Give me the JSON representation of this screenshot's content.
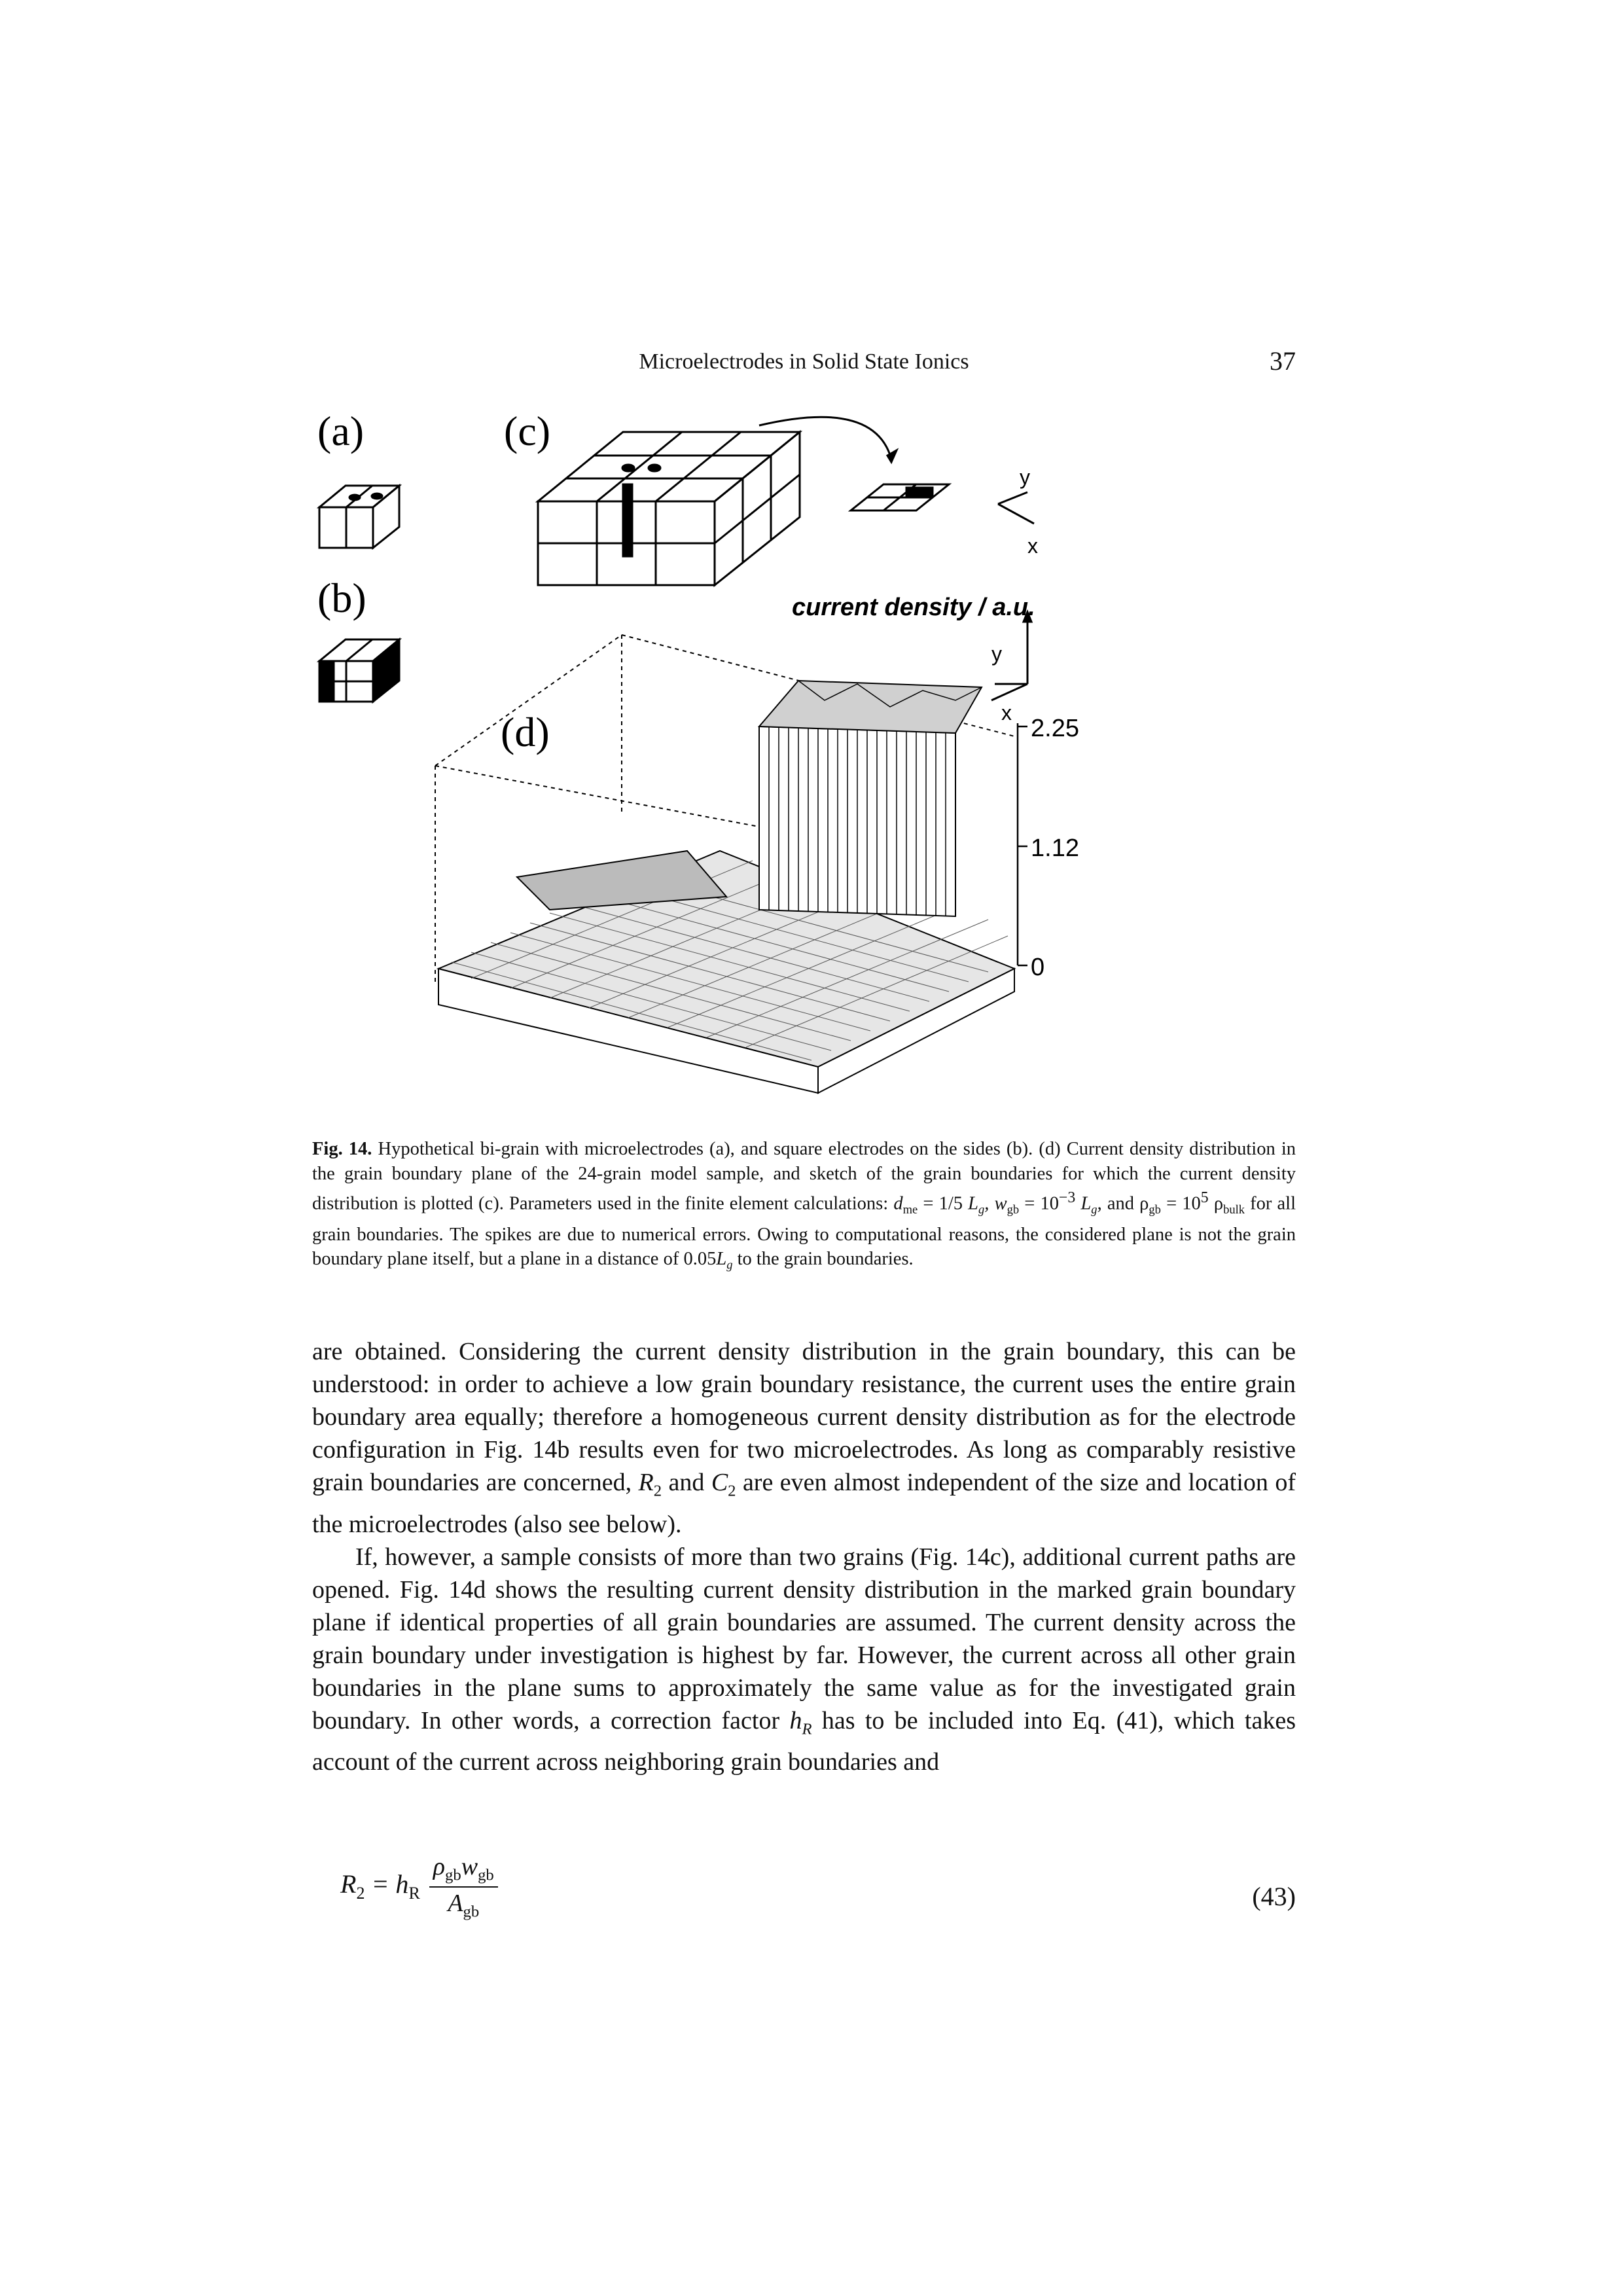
{
  "header": {
    "running_title": "Microelectrodes in Solid State Ionics",
    "page_number": "37"
  },
  "figure": {
    "panel_a": "(a)",
    "panel_b": "(b)",
    "panel_c": "(c)",
    "panel_d": "(d)",
    "axis_title": "current density / a.u.",
    "axis_y": "y",
    "axis_x": "x",
    "tick_top": "2.25",
    "tick_mid": "1.12",
    "tick_zero": "0"
  },
  "caption": {
    "label": "Fig. 14.",
    "text_1": "Hypothetical bi-grain with microelectrodes (a), and square electrodes on the sides (b). (d) Current density distribution in the grain boundary plane of the 24-grain model sample, and sketch of the grain boundaries for which the current density distribution is plotted (c). Parameters used in the finite element calculations:",
    "param_dme": "d",
    "param_dme_sub": "me",
    "param_dme_val": " = 1/5 ",
    "param_Lg": "L",
    "param_Lg_sub": "g",
    "param_wgb": ", w",
    "param_wgb_sub": "gb",
    "param_wgb_val": " = 10",
    "param_wgb_exp": "−3",
    "param_and": ", and ρ",
    "param_rho_sub": "gb",
    "param_rho_val": " = 10",
    "param_rho_exp": "5",
    "param_bulk": " ρ",
    "param_bulk_sub": "bulk",
    "text_2": " for all grain boundaries. The spikes are due to numerical errors. Owing to computational reasons, the considered plane is not the grain boundary plane itself, but a plane in a distance of 0.05",
    "text_3": " to the grain boundaries."
  },
  "body": {
    "p1": "are obtained. Considering the current density distribution in the grain boundary, this can be understood: in order to achieve a low grain boundary resistance, the current uses the entire grain boundary area equally; therefore a homogeneous current density distribution as for the electrode configuration in Fig. 14b results even for two microelectrodes. As long as comparably resistive grain boundaries are concerned,",
    "p1_R2": "R",
    "p1_R2_sub": "2",
    "p1_and": " and ",
    "p1_C2": "C",
    "p1_C2_sub": "2",
    "p1_end": " are even almost independent of the size and location of the microelectrodes (also see below).",
    "p2_start": "If, however, a sample consists of more than two grains (Fig. 14c), additional current paths are opened. Fig. 14d shows the resulting current density distribution in the marked grain boundary plane if identical properties of all grain boundaries are assumed. The current density across the grain boundary under investigation is highest by far. However, the current across all other grain boundaries in the plane sums to approximately the same value as for the investigated grain boundary. In other words, a correction factor ",
    "p2_hR": "h",
    "p2_hR_sub": "R",
    "p2_end": " has to be included into Eq. (41), which takes account of the current across neighboring grain boundaries and"
  },
  "equation": {
    "lhs": "R",
    "lhs_sub": "2",
    "eq": " = h",
    "eq_sub": "R",
    "num_rho": "ρ",
    "num_rho_sub": "gb",
    "num_w": "w",
    "num_w_sub": "gb",
    "den_A": "A",
    "den_A_sub": "gb",
    "number": "(43)"
  }
}
